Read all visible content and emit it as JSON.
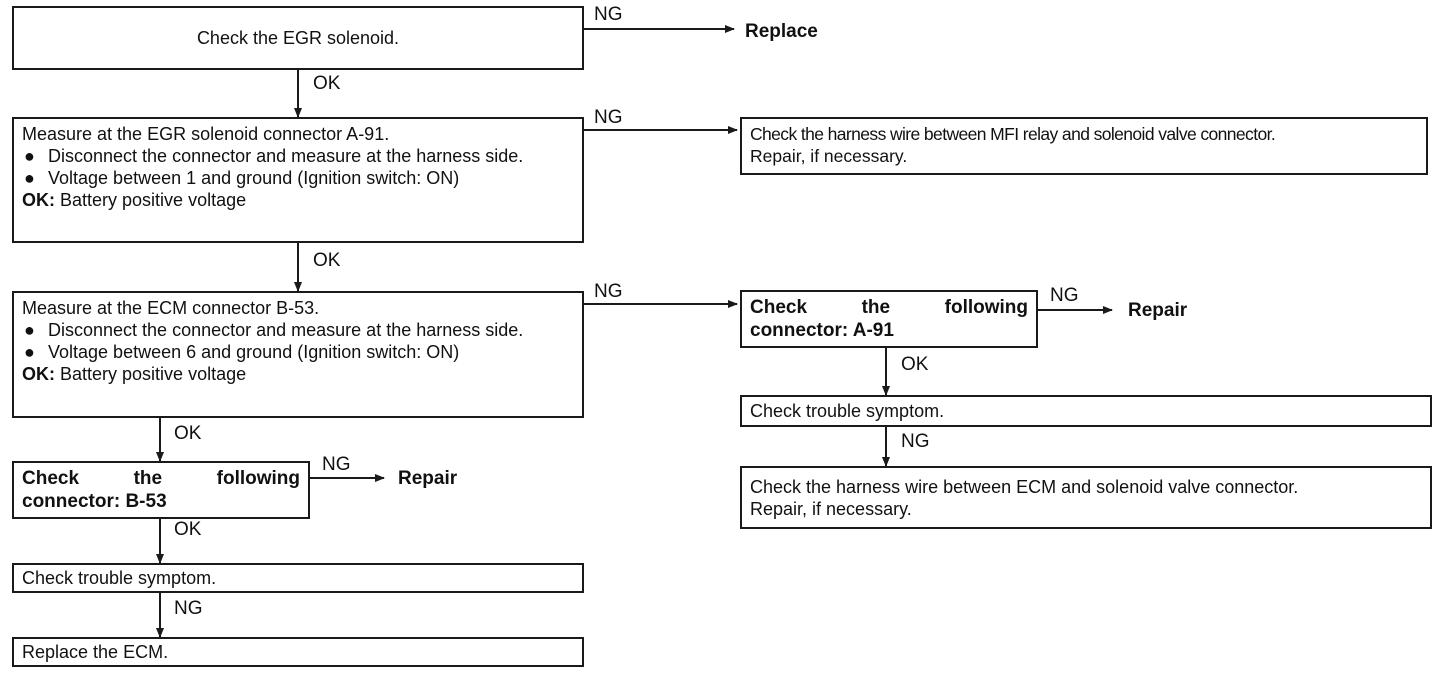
{
  "colors": {
    "ink": "#1a1a1a",
    "background": "#ffffff"
  },
  "boxes": {
    "b1": {
      "text": "Check the EGR solenoid."
    },
    "b2": {
      "title": "Measure at the EGR solenoid connector A-91.",
      "bullets": [
        "Disconnect the connector and measure at the harness side.",
        "Voltage between 1 and ground (Ignition switch: ON)"
      ],
      "ok_label": "OK:",
      "ok_text": "Battery positive voltage"
    },
    "b3": {
      "title": "Measure at the ECM connector B-53.",
      "bullets": [
        "Disconnect the connector and measure at the harness side.",
        "Voltage between 6 and ground (Ignition switch: ON)"
      ],
      "ok_label": "OK:",
      "ok_text": "Battery positive voltage"
    },
    "b4": {
      "text": "Check the following connector: B-53"
    },
    "b5": {
      "text": "Check trouble symptom."
    },
    "b6": {
      "text": "Replace the ECM."
    },
    "r1": {
      "line1": "Check the harness wire between MFI relay and solenoid valve connector.",
      "line2": "Repair, if necessary."
    },
    "r2": {
      "text": "Check the following connector: A-91"
    },
    "r3": {
      "text": "Check trouble symptom."
    },
    "r4": {
      "line1": "Check the harness wire between ECM and solenoid valve connector.",
      "line2": "Repair, if necessary."
    }
  },
  "labels": {
    "ok": "OK",
    "ng": "NG",
    "replace": "Replace",
    "repair": "Repair",
    "bullet_glyph": "●"
  }
}
